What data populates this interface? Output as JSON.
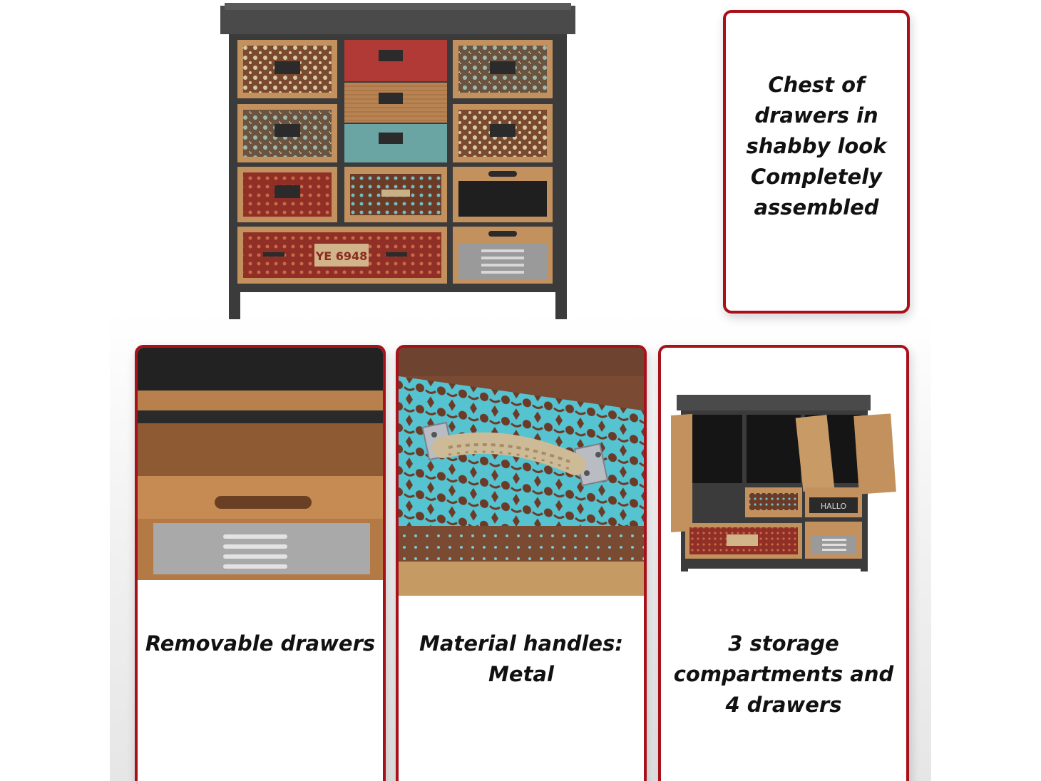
{
  "hero": {
    "lines": [
      "Chest of",
      "drawers in",
      "shabby look",
      "Completely",
      "assembled"
    ]
  },
  "features": [
    {
      "lines": [
        "Removable drawers"
      ]
    },
    {
      "lines": [
        "Material handles:",
        "Metal"
      ]
    },
    {
      "lines": [
        "3 storage",
        "compartments and",
        "4 drawers"
      ]
    }
  ],
  "plate_text": "YE 6948",
  "chalk_text": "HALLO",
  "colors": {
    "frame": "#a8101a",
    "chest_dark": "#3a3a3a",
    "wood": "#b47a45",
    "red_drawer": "#b23a36",
    "teal_drawer": "#6aa5a3",
    "pattern_turquoise": "#56c3d1",
    "pattern_brown": "#6b3b27"
  },
  "icons": [
    "chest-of-drawers-photo",
    "drawer-photo",
    "rope-handle-photo",
    "open-cabinet-photo"
  ]
}
